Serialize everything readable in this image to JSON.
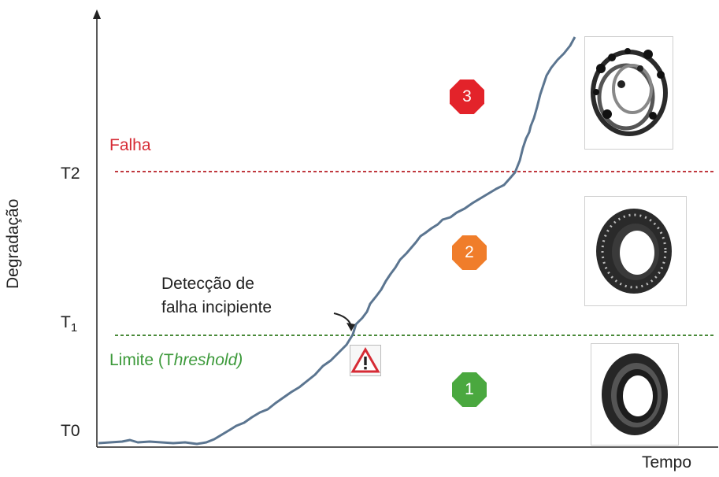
{
  "axes": {
    "y_label": "Degradação",
    "x_label": "Tempo"
  },
  "ticks": {
    "t0": "T0",
    "t1_main": "T",
    "t1_sub": "1",
    "t2": "T2"
  },
  "labels": {
    "failure": "Falha",
    "limit_prefix": "Limite (T",
    "limit_italic": "hreshold)",
    "detection_line1": "Detecção de",
    "detection_line2": "falha incipiente"
  },
  "stages": [
    {
      "number": "1",
      "color": "#4aa83f"
    },
    {
      "number": "2",
      "color": "#f07d2a"
    },
    {
      "number": "3",
      "color": "#e3232a"
    }
  ],
  "colors": {
    "curve": "#5b7590",
    "failure_line": "#c0393f",
    "limit_line": "#4a8a3a",
    "axis": "#222222"
  },
  "icons": [
    "warning-triangle-icon",
    "bearing-new-icon",
    "bearing-worn-icon",
    "bearing-failed-icon"
  ]
}
